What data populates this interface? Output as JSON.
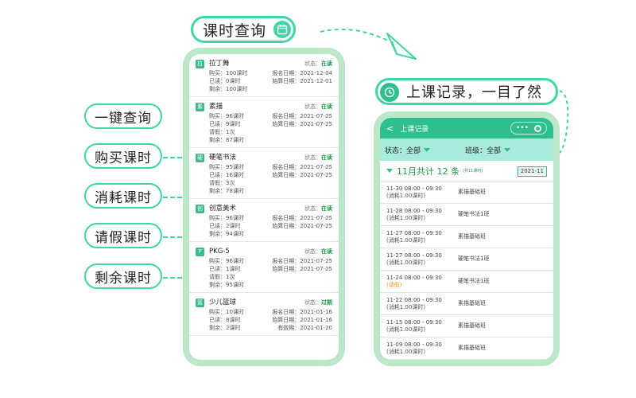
{
  "header": {
    "title": "课时查询"
  },
  "features": [
    "一键查询",
    "购买课时",
    "消耗课时",
    "请假课时",
    "剩余课时"
  ],
  "courses": [
    {
      "badge": "拉",
      "name": "拉丁舞",
      "status_label": "状态：",
      "status": "在读",
      "left": [
        "购买：100课时",
        "已读：0课时",
        "剩余：100课时"
      ],
      "right": [
        "报名日期：2021-12-04",
        "始算日期：2021-12-01"
      ]
    },
    {
      "badge": "素",
      "name": "素描",
      "status_label": "状态：",
      "status": "在读",
      "left": [
        "购买：96课时",
        "已读：9课时",
        "请假：1次",
        "剩余：87课时"
      ],
      "right": [
        "报名日期：2021-07-25",
        "始算日期：2021-07-25"
      ]
    },
    {
      "badge": "硬",
      "name": "硬笔书法",
      "status_label": "状态：",
      "status": "在读",
      "left": [
        "购买：95课时",
        "已读：16课时",
        "请假：3次",
        "剩余：78课时"
      ],
      "right": [
        "报名日期：2021-07-25",
        "始算日期：2021-07-25"
      ]
    },
    {
      "badge": "创",
      "name": "创意美术",
      "status_label": "状态：",
      "status": "在读",
      "left": [
        "购买：96课时",
        "已读：2课时",
        "剩余：94课时"
      ],
      "right": [
        "报名日期：2021-07-25",
        "始算日期：2021-07-25"
      ]
    },
    {
      "badge": "P",
      "name": "PKG-5",
      "status_label": "状态：",
      "status": "在读",
      "left": [
        "购买：96课时",
        "已读：1课时",
        "请假：1次",
        "剩余：95课时"
      ],
      "right": [
        "报名日期：2021-07-25",
        "始算日期：2021-07-25"
      ]
    },
    {
      "badge": "篮",
      "name": "少儿篮球",
      "status_label": "状态：",
      "status": "过期",
      "left": [
        "购买：10课时",
        "已读：8课时",
        "剩余：2课时"
      ],
      "right": [
        "报名日期：2021-01-16",
        "始算日期：2021-01-16",
        "有效期：2021-01-20"
      ]
    }
  ],
  "record_panel": {
    "label": "上课记录，一目了然",
    "nav_title": "上课记录",
    "nav_back": "<",
    "nav_menu": "•••",
    "filter_status_label": "状态：",
    "filter_status_value": "全部",
    "filter_class_label": "班级：",
    "filter_class_value": "全部",
    "month_title": "11月共计 12 条",
    "month_sub": "(共11课时)",
    "month_date": "2021-11",
    "records": [
      {
        "time": "11-30 08:00 - 09:30",
        "note": "(消耗1.00课时)",
        "leave": false,
        "class": "素描基础班"
      },
      {
        "time": "11-28 08:00 - 09:30",
        "note": "(消耗1.00课时)",
        "leave": false,
        "class": "硬笔书法1班"
      },
      {
        "time": "11-27 08:00 - 09:30",
        "note": "(消耗1.00课时)",
        "leave": false,
        "class": "素描基础班"
      },
      {
        "time": "11-27 08:00 - 09:30",
        "note": "(消耗1.00课时)",
        "leave": false,
        "class": "硬笔书法1班"
      },
      {
        "time": "11-24 08:00 - 09:30",
        "note": "(请假)",
        "leave": true,
        "class": "硬笔书法1班"
      },
      {
        "time": "11-22 08:00 - 09:30",
        "note": "(消耗1.00课时)",
        "leave": false,
        "class": "素描基础班"
      },
      {
        "time": "11-15 08:00 - 09:30",
        "note": "(消耗1.00课时)",
        "leave": false,
        "class": "素描基础班"
      },
      {
        "time": "11-09 08:00 - 09:30",
        "note": "(消耗1.00课时)",
        "leave": false,
        "class": "素描基础班"
      }
    ]
  },
  "colors": {
    "accent": "#3fd6a6",
    "primary": "#2fbf8f",
    "phone_frame": "#bde7c9",
    "filter_bg": "#a8eadb"
  },
  "icons": {
    "title": "calendar-icon",
    "record": "clock-icon",
    "arrow": "paper-plane-icon"
  }
}
